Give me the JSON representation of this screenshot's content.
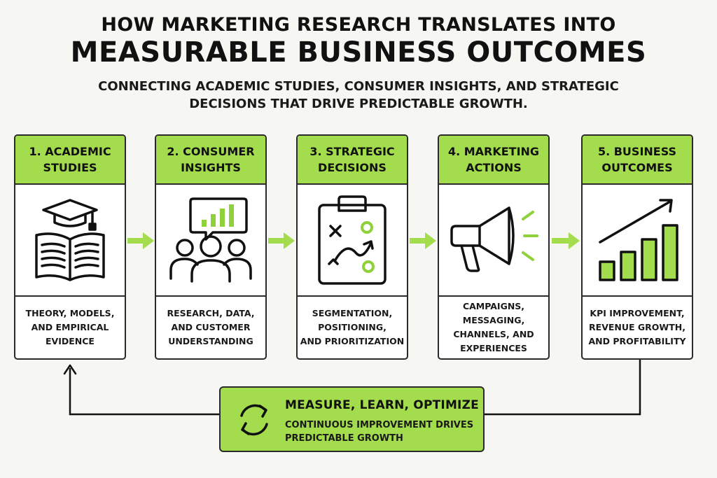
{
  "header": {
    "title_line1": "HOW MARKETING RESEARCH TRANSLATES INTO",
    "title_line2": "MEASURABLE BUSINESS OUTCOMES",
    "subtitle_line1": "CONNECTING ACADEMIC STUDIES, CONSUMER INSIGHTS, AND STRATEGIC",
    "subtitle_line2": "DECISIONS THAT DRIVE PREDICTABLE GROWTH."
  },
  "stages": [
    {
      "title_line1": "1. ACADEMIC",
      "title_line2": "STUDIES",
      "icon": "book-graduation-cap-icon",
      "desc": [
        "THEORY, MODELS,",
        "AND EMPIRICAL",
        "EVIDENCE"
      ]
    },
    {
      "title_line1": "2. CONSUMER",
      "title_line2": "INSIGHTS",
      "icon": "people-chart-bubble-icon",
      "desc": [
        "RESEARCH, DATA,",
        "AND CUSTOMER",
        "UNDERSTANDING"
      ]
    },
    {
      "title_line1": "3. STRATEGIC",
      "title_line2": "DECISIONS",
      "icon": "clipboard-strategy-icon",
      "desc": [
        "SEGMENTATION,",
        "POSITIONING,",
        "AND PRIORITIZATION"
      ]
    },
    {
      "title_line1": "4. MARKETING",
      "title_line2": "ACTIONS",
      "icon": "megaphone-icon",
      "desc": [
        "CAMPAIGNS, MESSAGING,",
        "CHANNELS, AND",
        "EXPERIENCES"
      ]
    },
    {
      "title_line1": "5. BUSINESS",
      "title_line2": "OUTCOMES",
      "icon": "growth-bar-chart-icon",
      "desc": [
        "KPI IMPROVEMENT,",
        "REVENUE GROWTH,",
        "AND PROFITABILITY"
      ]
    }
  ],
  "feedback": {
    "title": "MEASURE, LEARN, OPTIMIZE",
    "desc_line1": "CONTINUOUS IMPROVEMENT DRIVES",
    "desc_line2": "PREDICTABLE GROWTH",
    "icon": "refresh-cycle-icon"
  },
  "colors": {
    "accent": "#a3dc4c",
    "accent_dark": "#7cc242",
    "outline": "#2a2a2a",
    "background": "#f6f6f3"
  }
}
